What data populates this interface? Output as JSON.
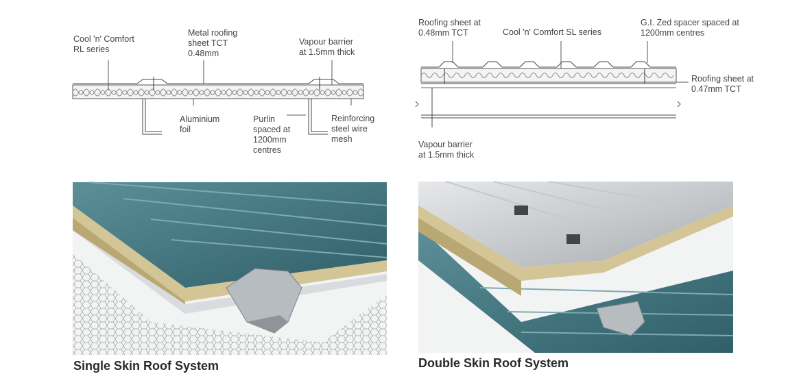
{
  "single": {
    "title": "Single Skin Roof System",
    "labels": {
      "rl_series": "Cool 'n' Comfort\nRL series",
      "metal_sheet": "Metal roofing\nsheet TCT\n0.48mm",
      "vapour": "Vapour barrier\nat 1.5mm thick",
      "foil": "Aluminium\nfoil",
      "purlin": "Purlin\nspaced at\n1200mm\ncentres",
      "mesh": "Reinforcing\nsteel wire\nmesh"
    }
  },
  "double": {
    "title": "Double Skin Roof System",
    "labels": {
      "top_sheet": "Roofing sheet at\n0.48mm TCT",
      "sl_series": "Cool 'n' Comfort SL series",
      "zed": "G.I. Zed spacer spaced at\n1200mm centres",
      "bottom_sheet": "Roofing sheet at\n0.47mm TCT",
      "vapour": "Vapour barrier\nat 1.5mm thick"
    }
  },
  "colors": {
    "sheet_teal": "#3d7480",
    "insulation": "#c9b98a",
    "steel": "#b7bcc0",
    "foil": "#d0d3d6"
  }
}
